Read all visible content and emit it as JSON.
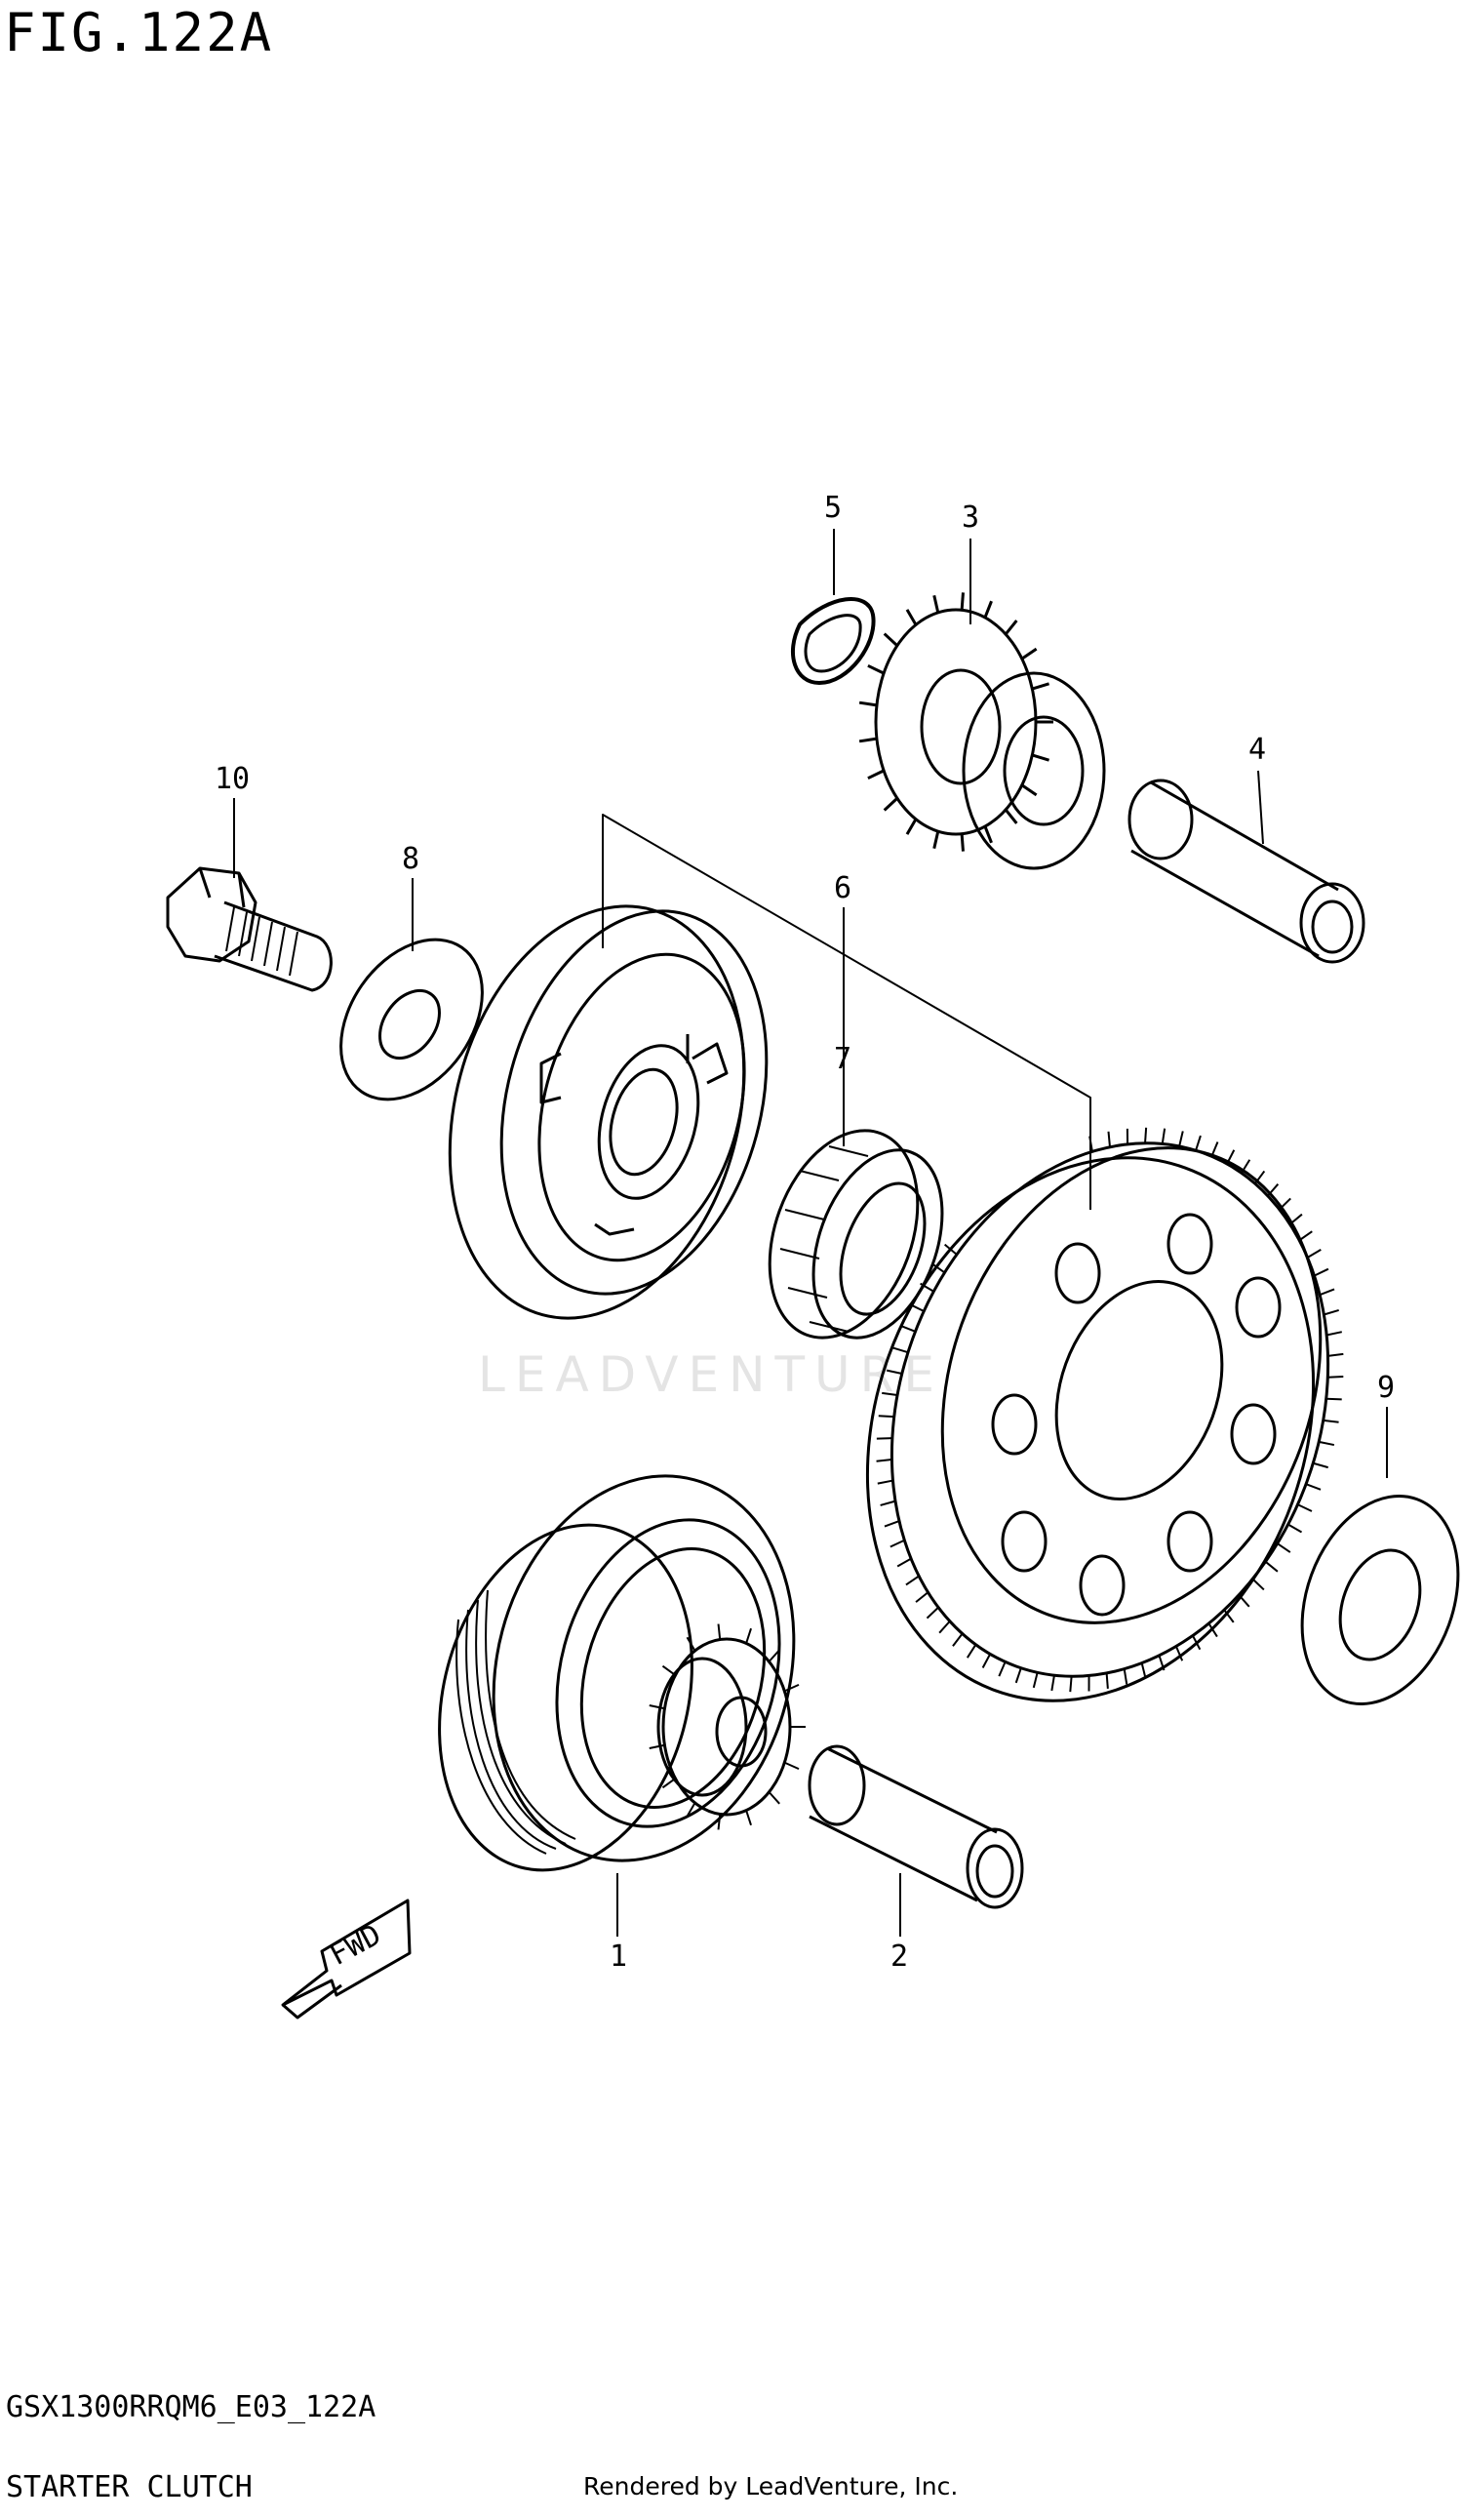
{
  "figure": {
    "title": "FIG.122A"
  },
  "callouts": {
    "c1": "1",
    "c2": "2",
    "c3": "3",
    "c4": "4",
    "c5": "5",
    "c6": "6",
    "c7": "7",
    "c8": "8",
    "c9": "9",
    "c10": "10"
  },
  "fwd_label": "FWD",
  "footer": {
    "model_code": "GSX1300RRQM6_E03_122A",
    "part_group": "STARTER CLUTCH",
    "rendered_by": "Rendered by LeadVenture, Inc."
  },
  "watermark": "LEADVENTURE"
}
